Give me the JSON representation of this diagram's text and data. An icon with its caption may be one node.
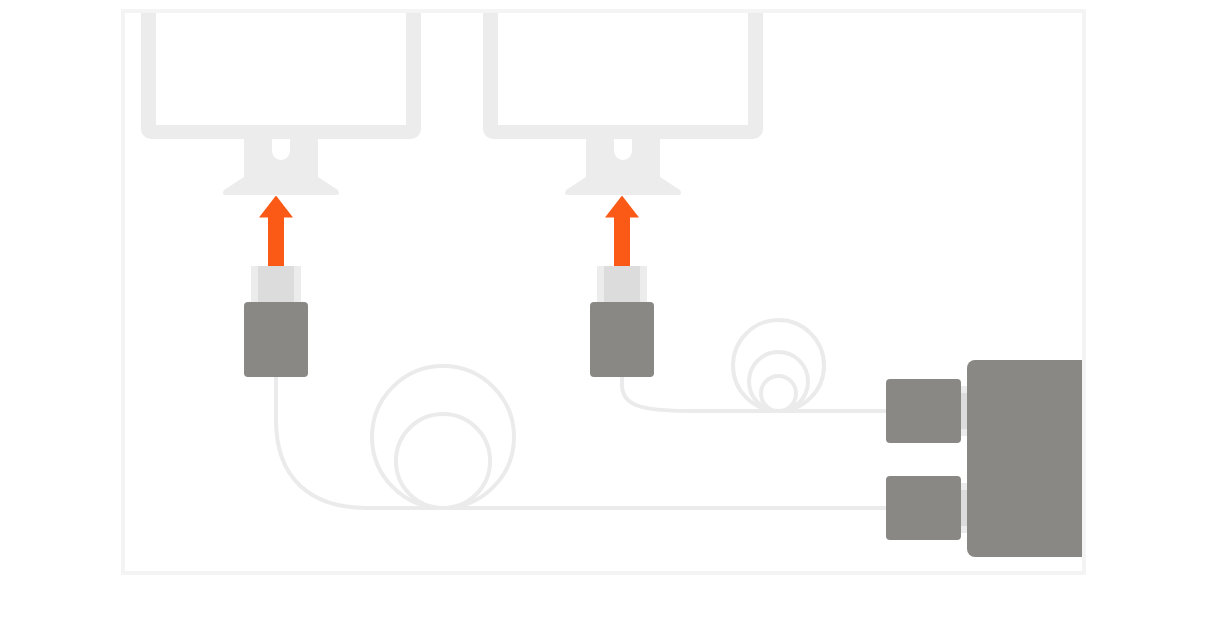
{
  "diagram": {
    "nodes": [
      {
        "text": [],
        "shape": "picture"
      },
      {
        "text": [],
        "shape": "picture"
      },
      {
        "text": [],
        "shape": "box"
      },
      {
        "text": [],
        "shape": "box"
      },
      {
        "text": [],
        "shape": "box"
      },
      {
        "text": [],
        "shape": "box"
      },
      {
        "text": [],
        "shape": "box"
      }
    ],
    "edges": [
      {
        "from": 2,
        "to": 0,
        "arrow": "to",
        "style": "thick",
        "color": "#fa5a16"
      },
      {
        "from": 3,
        "to": 1,
        "arrow": "to",
        "style": "thick",
        "color": "#fa5a16"
      },
      {
        "from": 2,
        "to": 6,
        "arrow": "none",
        "color": "#ebebeb"
      },
      {
        "from": 3,
        "to": 5,
        "arrow": "none",
        "color": "#ebebeb"
      }
    ]
  }
}
